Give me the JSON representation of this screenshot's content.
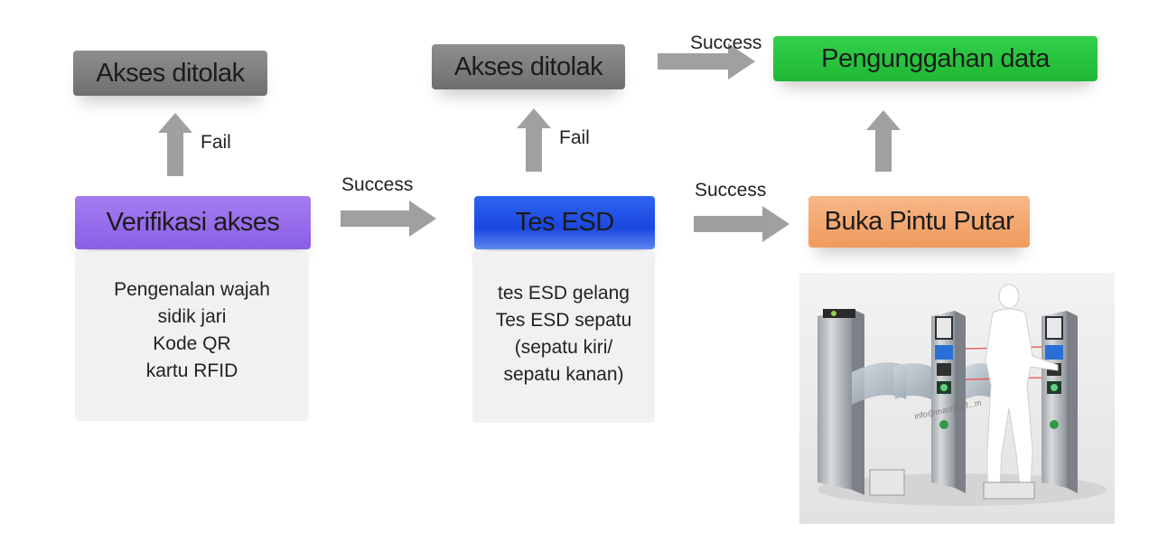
{
  "nodes": {
    "rejected_left": "Akses ditolak",
    "rejected_mid": "Akses ditolak",
    "upload": "Pengunggahan data",
    "verify": "Verifikasi akses",
    "esd": "Tes ESD",
    "gate": "Buka Pintu Putar"
  },
  "verify_methods": [
    "Pengenalan wajah",
    "sidik jari",
    "Kode QR",
    "kartu RFID"
  ],
  "esd_methods": [
    "tes ESD gelang",
    "Tes ESD sepatu",
    "(sepatu kiri/",
    "sepatu kanan)"
  ],
  "labels": {
    "fail_left": "Fail",
    "fail_mid": "Fail",
    "success_1": "Success",
    "success_2": "Success",
    "success_top": "Success"
  },
  "photo": {
    "watermark": "info@macrosaf...m",
    "subject": "turnstile-gate-illustration"
  },
  "colors": {
    "gray": "#7d7d7d",
    "purple": "#9a70ee",
    "blue": "#2456ea",
    "orange": "#f4a86e",
    "green": "#28c23e",
    "arrow": "#a0a0a0"
  }
}
